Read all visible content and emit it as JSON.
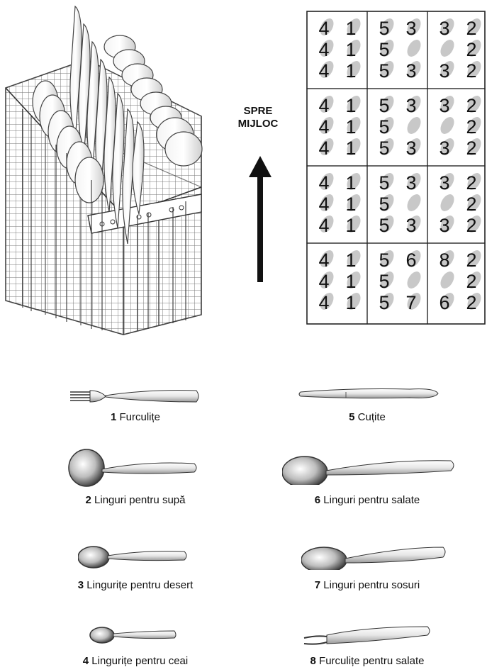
{
  "direction_label": [
    "SPRE",
    "MIJLOC"
  ],
  "grid": {
    "rows": [
      [
        [
          [
            "4",
            "1"
          ],
          [
            "4",
            "1"
          ],
          [
            "4",
            "1"
          ]
        ],
        [
          [
            "5",
            "3"
          ],
          [
            "5",
            ""
          ],
          [
            "5",
            "3"
          ]
        ],
        [
          [
            "3",
            "2"
          ],
          [
            "",
            "2"
          ],
          [
            "3",
            "2"
          ]
        ]
      ],
      [
        [
          [
            "4",
            "1"
          ],
          [
            "4",
            "1"
          ],
          [
            "4",
            "1"
          ]
        ],
        [
          [
            "5",
            "3"
          ],
          [
            "5",
            ""
          ],
          [
            "5",
            "3"
          ]
        ],
        [
          [
            "3",
            "2"
          ],
          [
            "",
            "2"
          ],
          [
            "3",
            "2"
          ]
        ]
      ],
      [
        [
          [
            "4",
            "1"
          ],
          [
            "4",
            "1"
          ],
          [
            "4",
            "1"
          ]
        ],
        [
          [
            "5",
            "3"
          ],
          [
            "5",
            ""
          ],
          [
            "5",
            "3"
          ]
        ],
        [
          [
            "3",
            "2"
          ],
          [
            "",
            "2"
          ],
          [
            "3",
            "2"
          ]
        ]
      ],
      [
        [
          [
            "4",
            "1"
          ],
          [
            "4",
            "1"
          ],
          [
            "4",
            "1"
          ]
        ],
        [
          [
            "5",
            "6"
          ],
          [
            "5",
            ""
          ],
          [
            "5",
            "7"
          ]
        ],
        [
          [
            "8",
            "2"
          ],
          [
            "",
            "2"
          ],
          [
            "6",
            "2"
          ]
        ]
      ]
    ]
  },
  "legend": [
    {
      "number": "1",
      "label": "Furculițe",
      "icon": "fork-icon"
    },
    {
      "number": "5",
      "label": "Cuțite",
      "icon": "knife-icon"
    },
    {
      "number": "2",
      "label": "Linguri pentru supă",
      "icon": "soup-spoon-icon"
    },
    {
      "number": "6",
      "label": "Linguri pentru salate",
      "icon": "salad-spoon-icon"
    },
    {
      "number": "3",
      "label": "Lingurițe pentru desert",
      "icon": "dessert-spoon-icon"
    },
    {
      "number": "7",
      "label": "Linguri pentru sosuri",
      "icon": "sauce-spoon-icon"
    },
    {
      "number": "4",
      "label": "Lingurițe pentru ceai",
      "icon": "teaspoon-icon"
    },
    {
      "number": "8",
      "label": "Furculițe pentru salate",
      "icon": "salad-fork-icon"
    }
  ]
}
